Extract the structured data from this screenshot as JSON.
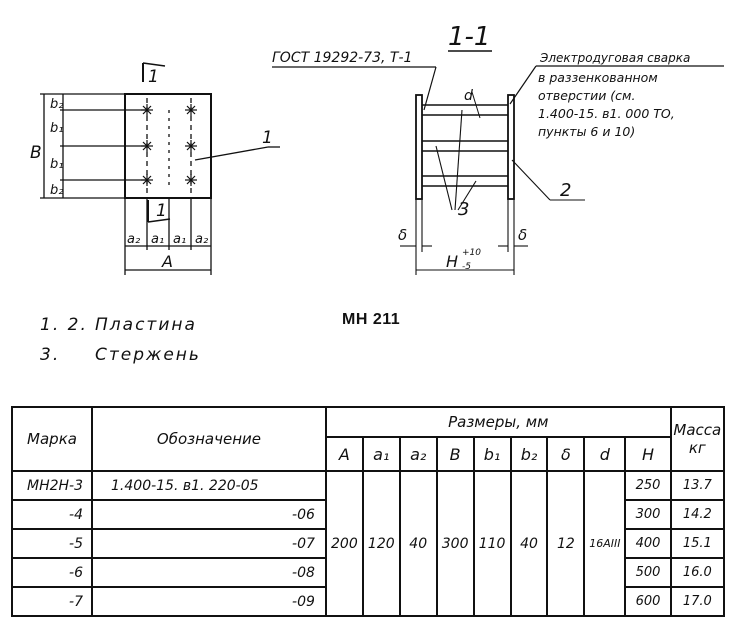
{
  "drawing": {
    "section_label": "1-1",
    "gost_label": "ГОСТ 19292-73, Т-1",
    "weld_title": "Электродуговая сварка",
    "weld_note": [
      "в раззенкованном",
      "отверстии (см.",
      "1.400-15. в1. 000 ТО,",
      "пункты 6 и 10)"
    ],
    "cut_mark": "1",
    "part_labels": {
      "plate": "1",
      "plate2": "2",
      "rod": "3"
    },
    "dim_labels": {
      "A": "A",
      "B": "B",
      "a1": "a₁",
      "a2": "a₂",
      "b1": "b₁",
      "b2": "b₂",
      "delta": "δ",
      "d": "d",
      "H": "H",
      "H_tol_plus": "+10",
      "H_tol_minus": "-5"
    }
  },
  "title": "МН 211",
  "legend": [
    {
      "num": "1. 2.",
      "text": "Пластина"
    },
    {
      "num": "3.",
      "text": "Стержень"
    }
  ],
  "table": {
    "headers": {
      "mark": "Марка",
      "designation": "Обозначение",
      "sizes": "Размеры, мм",
      "mass": "Масса",
      "mass_unit": "кг"
    },
    "sub_headers": [
      "A",
      "a₁",
      "a₂",
      "B",
      "b₁",
      "b₂",
      "δ",
      "d",
      "H"
    ],
    "shared": {
      "A": "200",
      "a1": "120",
      "a2": "40",
      "B": "300",
      "b1": "110",
      "b2": "40",
      "delta": "12",
      "d": "16AIII"
    },
    "rows": [
      {
        "mark": "МН2Н-3",
        "designation": "1.400-15. в1. 220-05",
        "H": "250",
        "mass": "13.7"
      },
      {
        "mark": "-4",
        "designation": "-06",
        "H": "300",
        "mass": "14.2"
      },
      {
        "mark": "-5",
        "designation": "-07",
        "H": "400",
        "mass": "15.1"
      },
      {
        "mark": "-6",
        "designation": "-08",
        "H": "500",
        "mass": "16.0"
      },
      {
        "mark": "-7",
        "designation": "-09",
        "H": "600",
        "mass": "17.0"
      }
    ]
  }
}
